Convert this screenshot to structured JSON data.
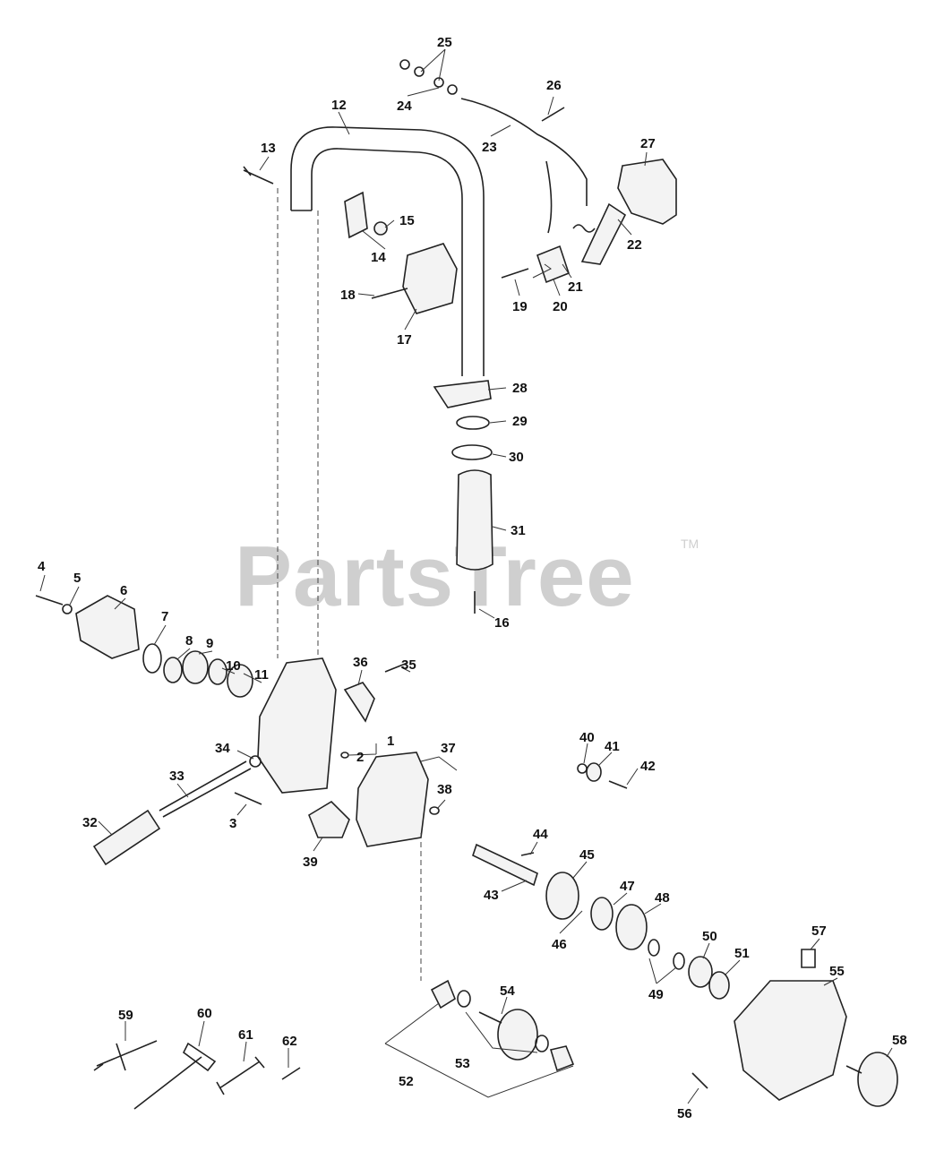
{
  "watermark": {
    "text": "PartsTree",
    "trademark": "TM"
  },
  "callouts": [
    "1",
    "2",
    "3",
    "4",
    "5",
    "6",
    "7",
    "8",
    "9",
    "10",
    "11",
    "12",
    "13",
    "14",
    "15",
    "16",
    "17",
    "18",
    "19",
    "20",
    "21",
    "22",
    "23",
    "24",
    "25",
    "26",
    "27",
    "28",
    "29",
    "30",
    "31",
    "32",
    "33",
    "34",
    "35",
    "36",
    "37",
    "38",
    "39",
    "40",
    "41",
    "42",
    "43",
    "44",
    "45",
    "46",
    "47",
    "48",
    "49",
    "50",
    "51",
    "52",
    "53",
    "54",
    "55",
    "56",
    "57",
    "58",
    "59",
    "60",
    "61",
    "62"
  ]
}
